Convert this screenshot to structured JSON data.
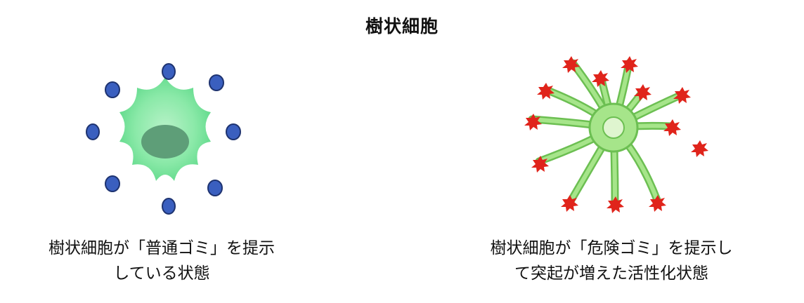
{
  "title": "樹状細胞",
  "panels": [
    {
      "caption_line1": "樹状細胞が「普通ゴミ」を提示",
      "caption_line2": "している状態",
      "cell_color": "#7ee6a1",
      "nucleus_color": "#5e9e78",
      "particle_color": "#3a5fbf"
    },
    {
      "caption_line1": "樹状細胞が「危険ゴミ」を提示し",
      "caption_line2": "て突起が増えた活性化状態",
      "cell_color": "#9ee07e",
      "nucleus_color": "#dff5cf",
      "particle_color": "#e0241b"
    }
  ]
}
